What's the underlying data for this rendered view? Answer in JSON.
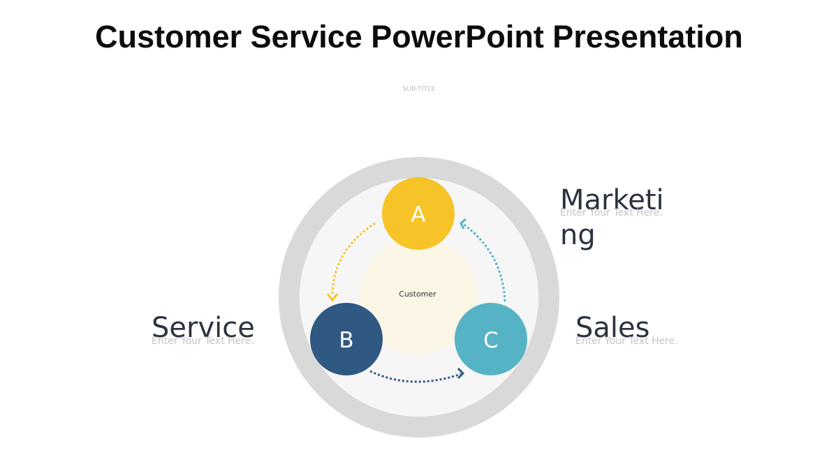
{
  "header": {
    "title": "Customer Service PowerPoint Presentation",
    "subtitle": "SUB-TITLE"
  },
  "diagram": {
    "center_label": "Customer",
    "nodes": [
      {
        "letter": "A",
        "color": "#f6c428",
        "title": "Marketing",
        "text": "Enter Your Text Here."
      },
      {
        "letter": "B",
        "color": "#2f5882",
        "title": "Service",
        "text": "Enter Your Text Here."
      },
      {
        "letter": "C",
        "color": "#56b3c5",
        "title": "Sales",
        "text": "Enter Your Text Here."
      }
    ],
    "colors": {
      "outer_ring": "#d9d9d9",
      "inner_disc": "#f6f6f6",
      "center": "#fcf6e6"
    }
  }
}
